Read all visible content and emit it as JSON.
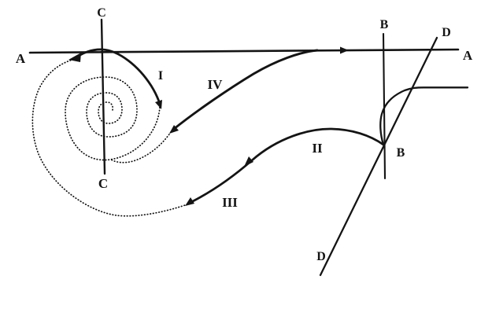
{
  "figure": {
    "background_color": "#ffffff",
    "ink_color": "#141414",
    "labels": {
      "a_left": "A",
      "a_right": "A",
      "b_top": "B",
      "b_bottom": "B",
      "c_top": "C",
      "c_bottom": "C",
      "d_top": "D",
      "d_bottom": "D",
      "curve_i": "I",
      "curve_ii": "II",
      "curve_iii": "III",
      "curve_iv": "IV"
    }
  }
}
